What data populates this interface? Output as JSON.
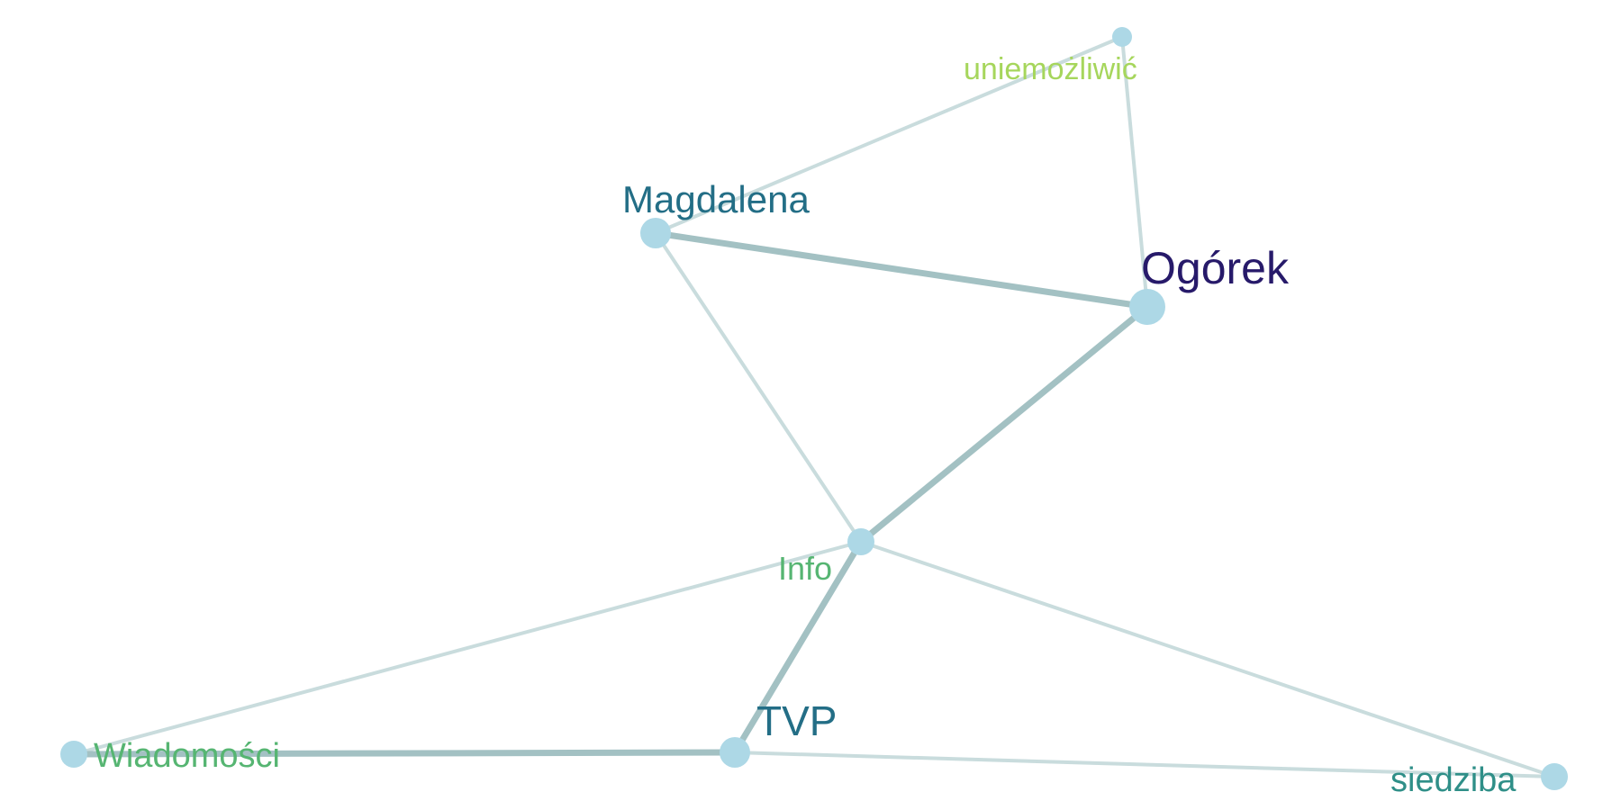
{
  "nodes": [
    {
      "id": "magdalena",
      "label": "Magdalena",
      "label_color": "#236e86"
    },
    {
      "id": "ogorek",
      "label": "Ogórek",
      "label_color": "#271a6a"
    },
    {
      "id": "uniemozliwic",
      "label": "uniemożliwić",
      "label_color": "#a6d65c"
    },
    {
      "id": "info",
      "label": "Info",
      "label_color": "#56b572"
    },
    {
      "id": "tvp",
      "label": "TVP",
      "label_color": "#236e86"
    },
    {
      "id": "wiadomosci",
      "label": "Wiadomości",
      "label_color": "#56b572"
    },
    {
      "id": "siedziba",
      "label": "siedziba",
      "label_color": "#2f8f88"
    }
  ],
  "edges": [
    {
      "from": "magdalena",
      "to": "uniemozliwic",
      "strength": "weak"
    },
    {
      "from": "uniemozliwic",
      "to": "ogorek",
      "strength": "weak"
    },
    {
      "from": "magdalena",
      "to": "ogorek",
      "strength": "strong"
    },
    {
      "from": "magdalena",
      "to": "info",
      "strength": "weak"
    },
    {
      "from": "ogorek",
      "to": "info",
      "strength": "strong"
    },
    {
      "from": "info",
      "to": "tvp",
      "strength": "strong"
    },
    {
      "from": "info",
      "to": "wiadomosci",
      "strength": "weak"
    },
    {
      "from": "info",
      "to": "siedziba",
      "strength": "weak"
    },
    {
      "from": "wiadomosci",
      "to": "tvp",
      "strength": "strong"
    },
    {
      "from": "tvp",
      "to": "siedziba",
      "strength": "weak"
    }
  ],
  "colors": {
    "node_fill": "#add8e6",
    "edge_strong": "#a3c1c3",
    "edge_weak": "#c9dcdd",
    "background": "#ffffff"
  }
}
